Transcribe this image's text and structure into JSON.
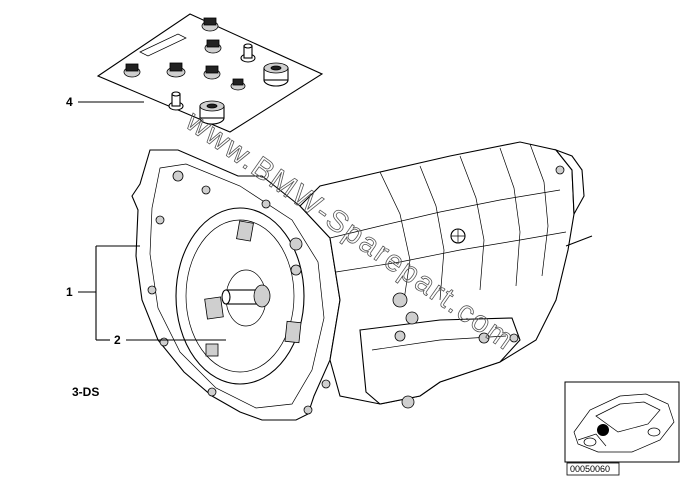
{
  "diagram": {
    "callouts": [
      {
        "id": "callout-1",
        "label": "1"
      },
      {
        "id": "callout-2",
        "label": "2"
      },
      {
        "id": "callout-4",
        "label": "4"
      }
    ],
    "variant_label": "3-DS",
    "watermark": "www.BMW-Sparepart.com",
    "thumbnail_code": "00050060"
  }
}
